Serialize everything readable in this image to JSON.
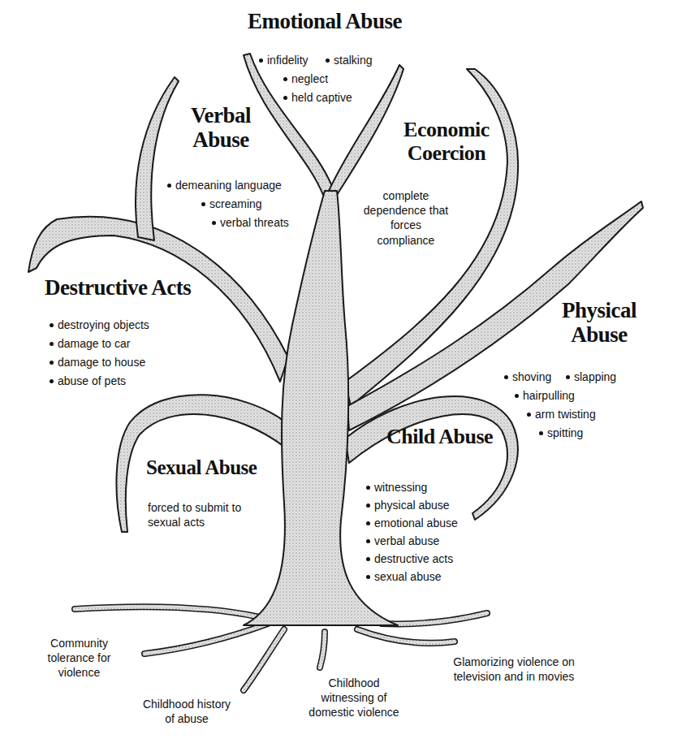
{
  "diagram": {
    "labels": [
      "Emotional Abuse",
      "infidelity",
      "stalking",
      "neglect",
      "held captive",
      "Verbal Abuse",
      "demeaning language",
      "screaming",
      "verbal threats",
      "Economic Coercion",
      "complete dependence that forces compliance",
      "Destructive Acts",
      "destroying objects",
      "damage to car",
      "damage to house",
      "abuse of pets",
      "Physical Abuse",
      "shoving",
      "slapping",
      "hairpulling",
      "arm twisting",
      "spitting",
      "Sexual Abuse",
      "forced to submit to sexual acts",
      "Child Abuse",
      "witnessing",
      "physical abuse",
      "emotional abuse",
      "verbal abuse",
      "destructive acts",
      "sexual abuse",
      "Community tolerance for violence",
      "Childhood history of abuse",
      "Childhood witnessing of domestic violence",
      "Glamorizing violence on television and in movies"
    ]
  }
}
